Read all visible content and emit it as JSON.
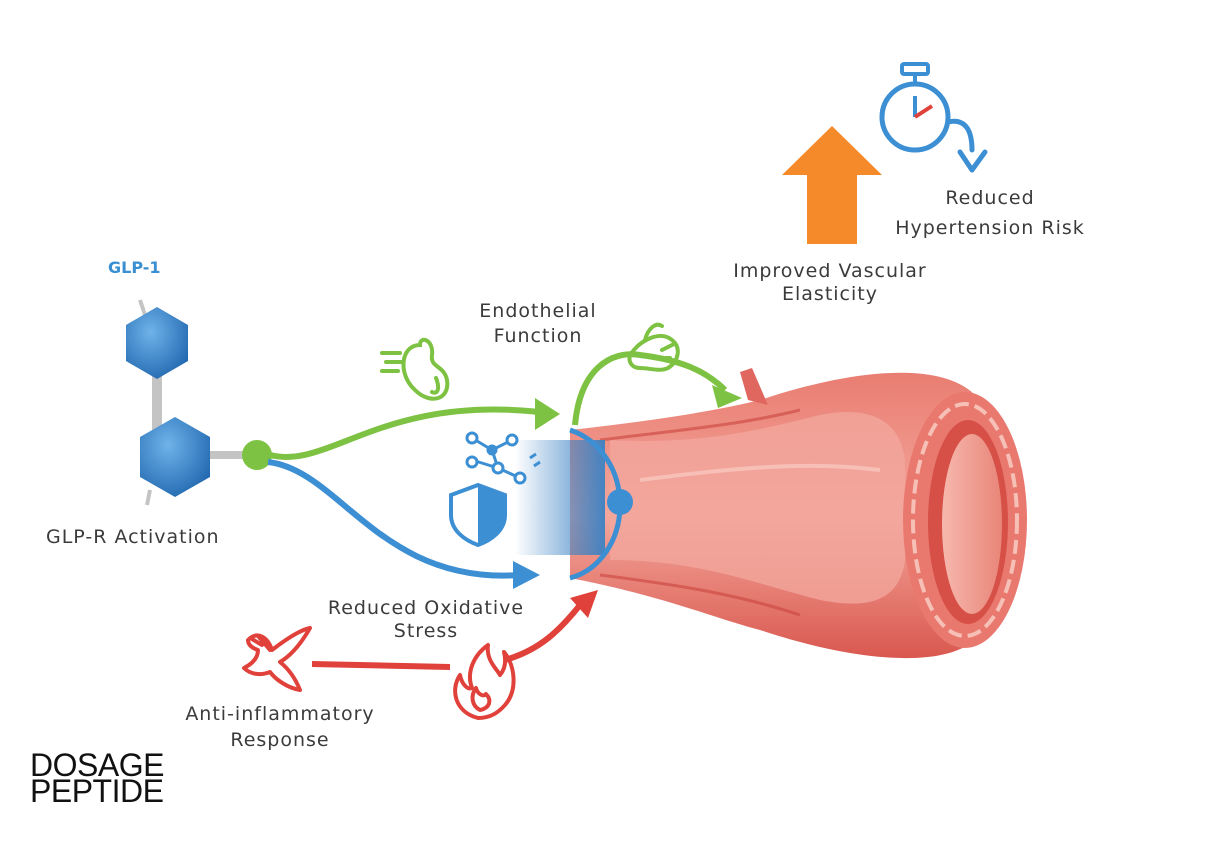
{
  "labels": {
    "glp1": "GLP-1",
    "glp_r_activation": "GLP-R Activation",
    "endothelial_function": [
      "Endothelial",
      "Function"
    ],
    "reduced_oxidative_stress": [
      "Reduced Oxidative",
      "Stress"
    ],
    "anti_inflammatory_response": [
      "Anti-inflammatory",
      "Response"
    ],
    "improved_vascular_elasticity": [
      "Improved Vascular",
      "Elasticity"
    ],
    "reduced_hypertension_risk": [
      "Reduced",
      "Hypertension Risk"
    ]
  },
  "brand": {
    "line1": "DOSAGE",
    "line2": "PEPTIDE"
  },
  "colors": {
    "green": "#7dc242",
    "blue": "#3d8fd4",
    "red": "#e0413a",
    "orange": "#f58a2b",
    "vessel": "#e0675f",
    "vessel_light": "#f3a69c"
  },
  "icons": [
    "molecule-icon",
    "receptor-node-icon",
    "stomach-icon",
    "hand-icon",
    "network-icon",
    "shield-icon",
    "dove-icon",
    "flame-icon",
    "stopwatch-icon",
    "up-arrow-icon",
    "blood-vessel-icon"
  ]
}
